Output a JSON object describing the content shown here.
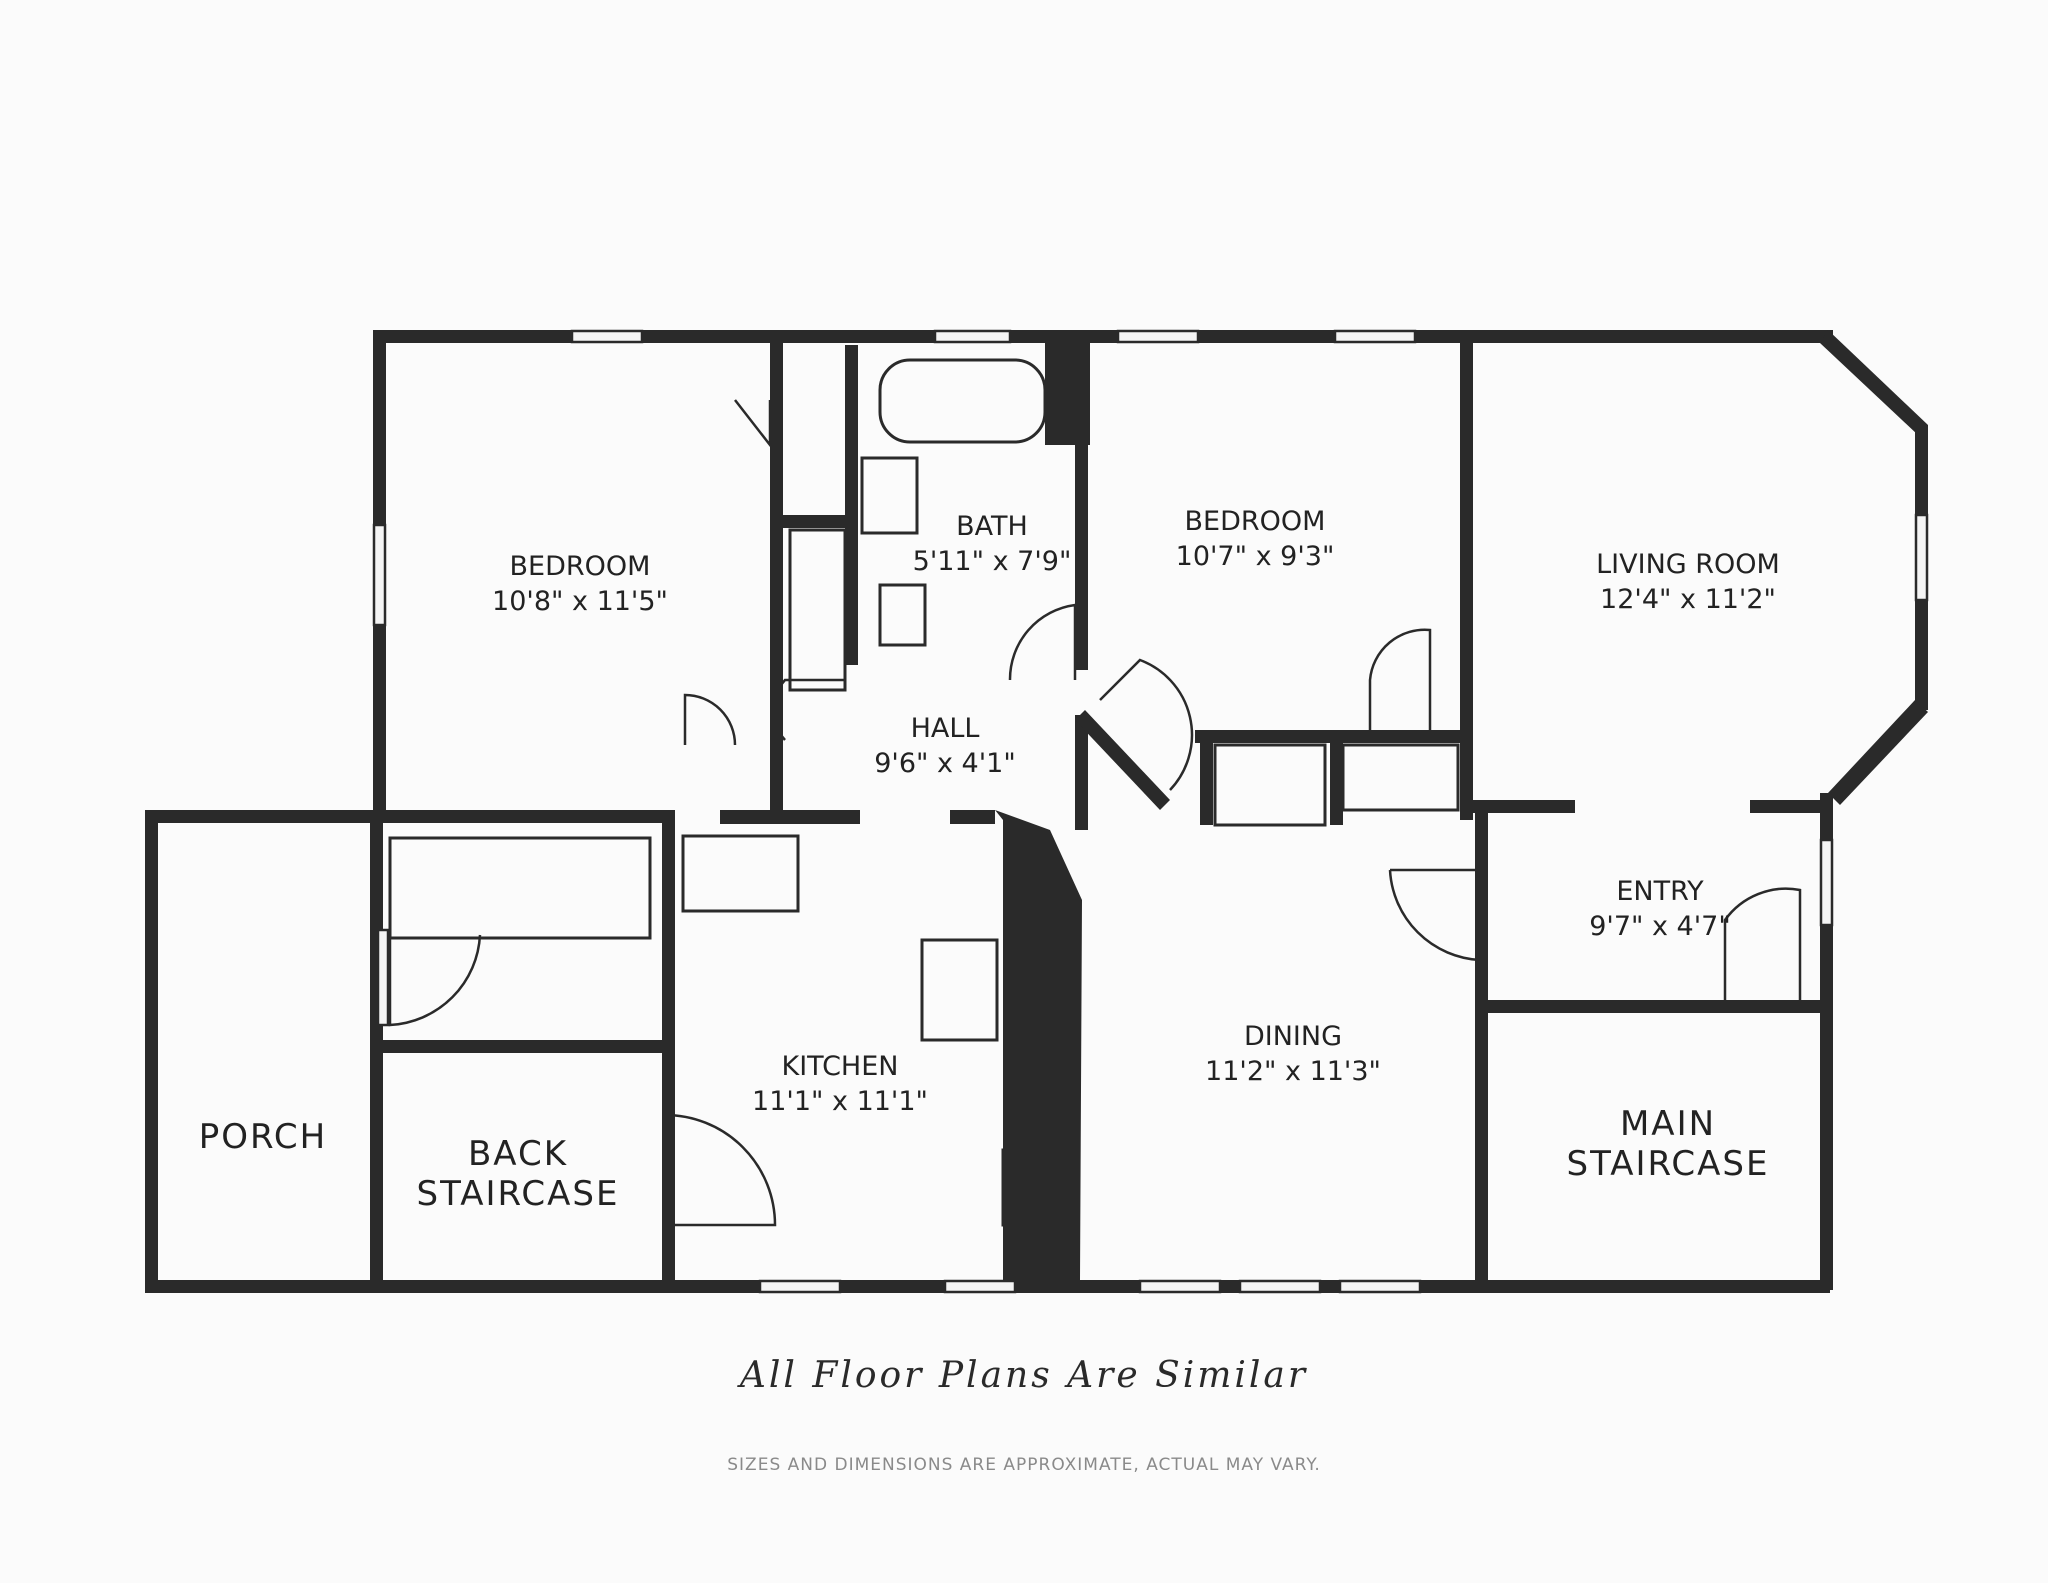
{
  "rooms": {
    "bedroom_left": {
      "name": "BEDROOM",
      "size": "10'8\" x 11'5\""
    },
    "bath": {
      "name": "BATH",
      "size": "5'11\" x 7'9\""
    },
    "bedroom_center": {
      "name": "BEDROOM",
      "size": "10'7\" x 9'3\""
    },
    "living_room": {
      "name": "LIVING ROOM",
      "size": "12'4\" x 11'2\""
    },
    "hall": {
      "name": "HALL",
      "size": "9'6\" x 4'1\""
    },
    "entry": {
      "name": "ENTRY",
      "size": "9'7\" x 4'7\""
    },
    "dining": {
      "name": "DINING",
      "size": "11'2\" x 11'3\""
    },
    "kitchen": {
      "name": "KITCHEN",
      "size": "11'1\" x 11'1\""
    },
    "porch": {
      "name": "PORCH"
    },
    "back_staircase": {
      "line1": "BACK",
      "line2": "STAIRCASE"
    },
    "main_staircase": {
      "line1": "MAIN",
      "line2": "STAIRCASE"
    }
  },
  "note": "All Floor Plans Are Similar",
  "disclaimer": "SIZES AND DIMENSIONS ARE APPROXIMATE, ACTUAL MAY VARY."
}
